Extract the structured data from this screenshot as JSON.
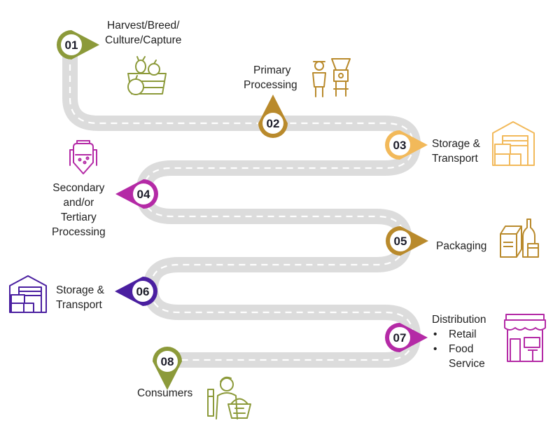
{
  "steps": [
    {
      "number": "01",
      "label_lines": [
        "Harvest/Breed/",
        "Culture/Capture"
      ],
      "color": "#8c9a3a",
      "icon": "produce-crate-icon"
    },
    {
      "number": "02",
      "label_lines": [
        "Primary",
        "Processing"
      ],
      "color": "#b98a2c",
      "icon": "worker-mill-icon"
    },
    {
      "number": "03",
      "label_lines": [
        "Storage &",
        "Transport"
      ],
      "color": "#f2b95a",
      "icon": "warehouse-icon"
    },
    {
      "number": "04",
      "label_lines": [
        "Secondary",
        "and/or",
        "Tertiary",
        "Processing"
      ],
      "color": "#b42aa6",
      "icon": "processing-tank-icon"
    },
    {
      "number": "05",
      "label_lines": [
        "Packaging"
      ],
      "color": "#b98a2c",
      "icon": "packaged-goods-icon"
    },
    {
      "number": "06",
      "label_lines": [
        "Storage &",
        "Transport"
      ],
      "color": "#4a1fa0",
      "icon": "warehouse-icon"
    },
    {
      "number": "07",
      "label_lines": [
        "Distribution"
      ],
      "bullets": [
        [
          "Retail"
        ],
        [
          "Food",
          "Service"
        ]
      ],
      "color": "#b42aa6",
      "icon": "storefront-icon"
    },
    {
      "number": "08",
      "label_lines": [
        "Consumers"
      ],
      "color": "#8c9a3a",
      "icon": "shopper-basket-icon"
    }
  ]
}
